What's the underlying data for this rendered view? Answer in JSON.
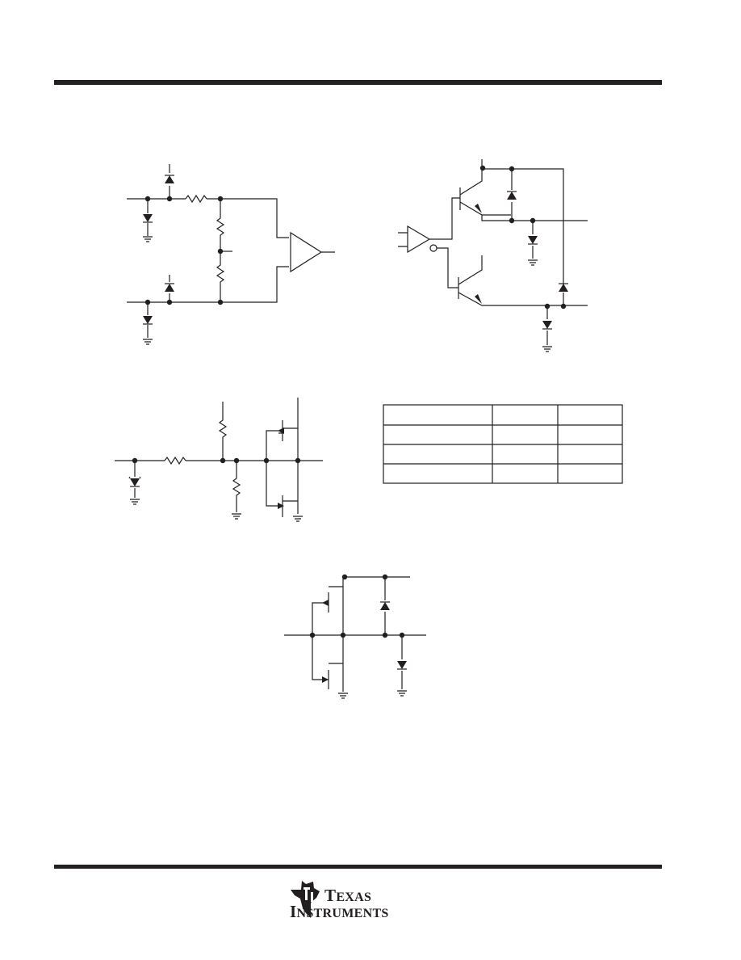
{
  "header": {},
  "logo": {
    "line1": {
      "cap": "T",
      "rest": "EXAS"
    },
    "line2": {
      "cap": "I",
      "rest": "NSTRUMENTS"
    },
    "emblem": "ti-state-logo-icon"
  },
  "schematics": [
    {
      "id": "comparator-input-equivalent",
      "symbols": [
        "resistor",
        "diode",
        "comparator",
        "ground"
      ]
    },
    {
      "id": "totem-pole-output-equivalent",
      "symbols": [
        "npn-transistor",
        "diode",
        "inverter",
        "ground"
      ]
    },
    {
      "id": "cmos-input-equivalent",
      "symbols": [
        "resistor",
        "diode",
        "mosfet",
        "ground"
      ]
    },
    {
      "id": "cmos-output-equivalent",
      "symbols": [
        "mosfet",
        "diode",
        "ground"
      ]
    }
  ],
  "table": {
    "rows": [
      [
        "",
        "",
        ""
      ],
      [
        "",
        "",
        ""
      ],
      [
        "",
        "",
        ""
      ],
      [
        "",
        "",
        ""
      ]
    ]
  },
  "colors": {
    "ink": "#231f20",
    "background": "#ffffff"
  }
}
